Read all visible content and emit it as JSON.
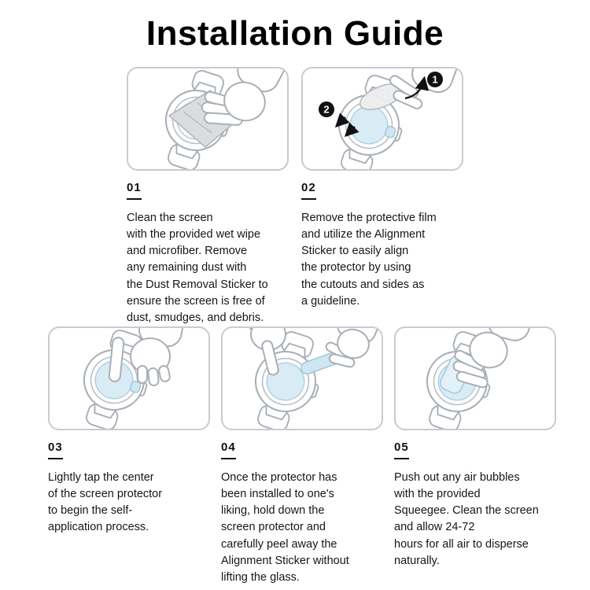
{
  "page": {
    "title": "Installation Guide"
  },
  "steps": [
    {
      "number": "01",
      "text": "Clean the screen\nwith the provided wet wipe\nand microfiber. Remove\nany remaining dust with\nthe Dust Removal Sticker to\nensure the screen is free of\ndust, smudges, and debris."
    },
    {
      "number": "02",
      "text": "Remove the protective film\nand utilize the Alignment\nSticker to easily align\nthe protector by using\nthe cutouts and sides as\na guideline."
    },
    {
      "number": "03",
      "text": "Lightly tap the center\nof the screen protector\nto begin the self-\napplication process."
    },
    {
      "number": "04",
      "text": "Once the protector has\nbeen installed to one's\nliking, hold down the\nscreen protector and\ncarefully peel away the\nAlignment Sticker without\nlifting the glass."
    },
    {
      "number": "05",
      "text": "Push out any air bubbles\nwith the provided\nSqueegee. Clean the screen\nand allow 24-72\nhours for all air to disperse\nnaturally."
    }
  ],
  "figures": {
    "badge_1": "1",
    "badge_2": "2",
    "protector_color": "#d9ecf6",
    "outline_color": "#a9afb6",
    "panel_border_color": "#c8cbd0"
  }
}
